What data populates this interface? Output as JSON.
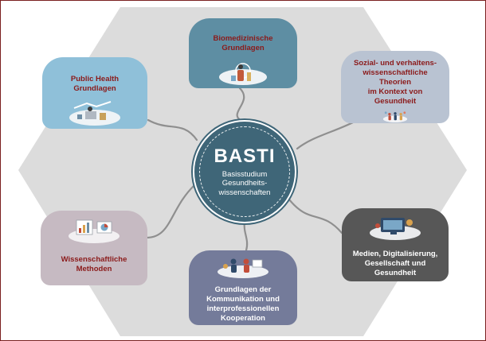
{
  "hub": {
    "name": "BASTI",
    "subtitle": [
      "Basisstudium",
      "Gesundheits-",
      "wissenschaften"
    ]
  },
  "modules": {
    "biomed": {
      "title": [
        "Biomedizinische",
        "Grundlagen"
      ]
    },
    "public_health": {
      "title": [
        "Public Health",
        "Grundlagen"
      ]
    },
    "sozial": {
      "title": [
        "Sozial- und verhaltens-",
        "wissenschaftliche Theorien",
        "im Kontext von Gesundheit"
      ]
    },
    "methoden": {
      "title": [
        "Wissenschaftliche",
        "Methoden"
      ]
    },
    "medien": {
      "title": [
        "Medien, Digitalisierung,",
        "Gesellschaft und",
        "Gesundheit"
      ]
    },
    "kommunikation": {
      "title": [
        "Grundlagen der",
        "Kommunikation und",
        "interprofessionellen",
        "Kooperation"
      ]
    }
  },
  "colors": {
    "hexagon": "#dcdcdc",
    "hub": "#3f6678",
    "connector": "#8f8f8f",
    "biomed": "#5e8ea3",
    "public_health": "#8fc0d9",
    "sozial": "#b9c3d2",
    "methoden": "#c6bac2",
    "medien": "#575757",
    "kommunikation": "#747b9a",
    "title_dark": "#8b1a1a"
  },
  "icons": [
    "lab-scene-icon",
    "public-health-scene-icon",
    "group-discussion-icon",
    "charts-scene-icon",
    "digital-media-icon",
    "teamwork-icon"
  ]
}
